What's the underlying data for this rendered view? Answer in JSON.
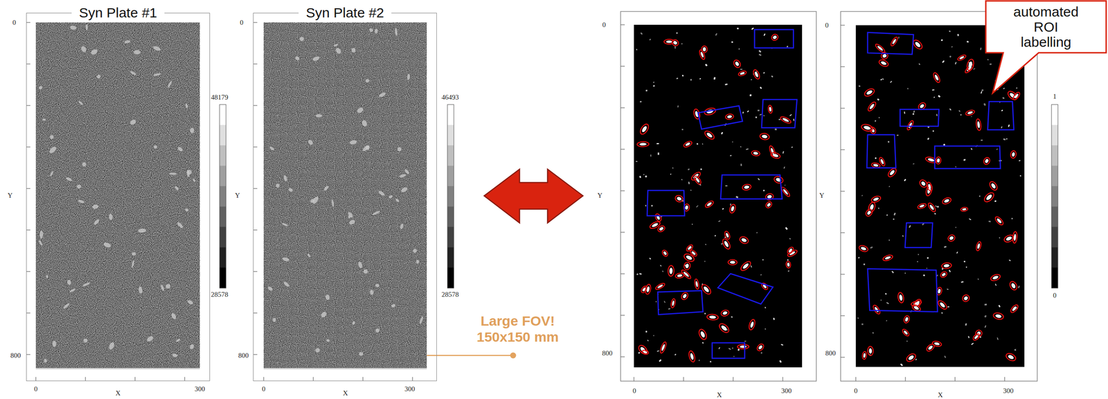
{
  "diagram": {
    "nodes": [
      {
        "text": [
          "Syn Plate #1"
        ]
      },
      {
        "text": [
          "Syn Plate #2"
        ]
      },
      {
        "text": [
          "automated ROI labelling"
        ]
      }
    ],
    "labels": [
      "0",
      "800",
      "Y",
      "0",
      "300",
      "X",
      "48179",
      "28578",
      "0",
      "800",
      "Y",
      "0",
      "300",
      "X",
      "46493",
      "28578",
      "Large FOV! 150x150 mm",
      "0",
      "800",
      "Y",
      "0",
      "300",
      "X",
      "0",
      "800",
      "Y",
      "0",
      "300",
      "X",
      "1",
      "0"
    ]
  }
}
